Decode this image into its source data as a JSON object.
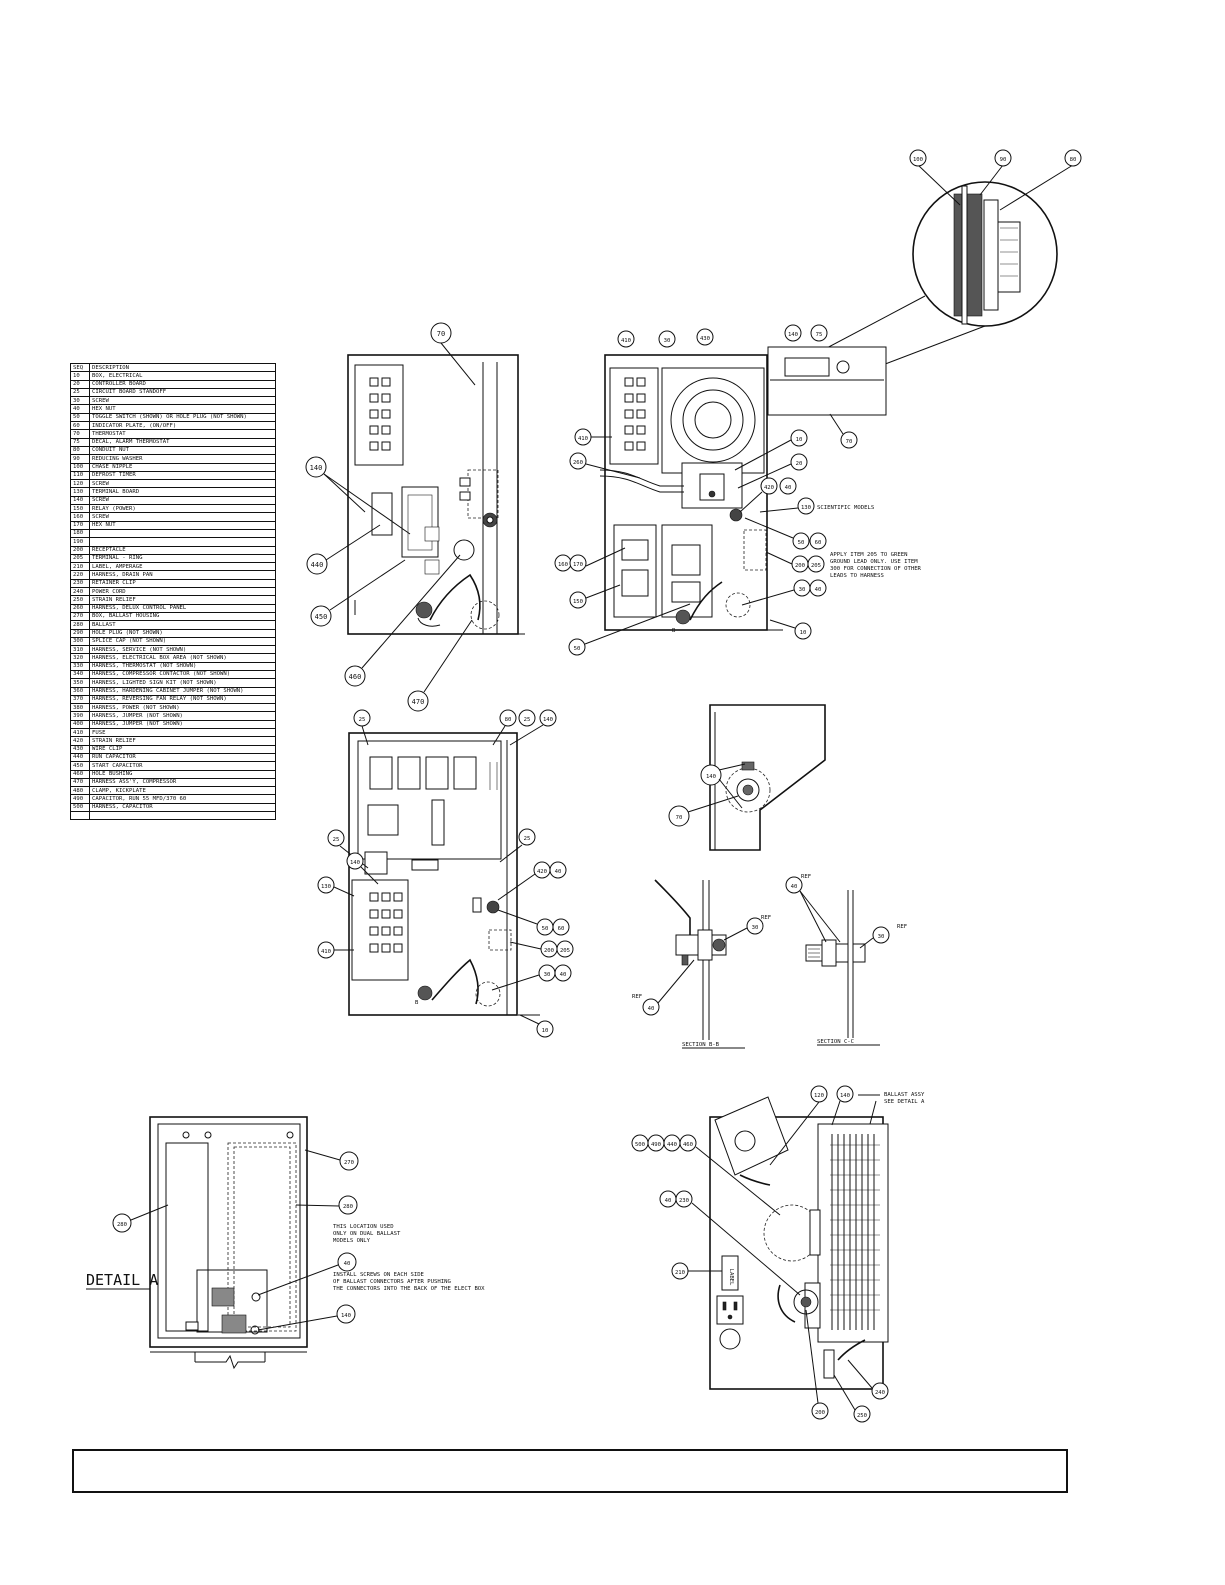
{
  "parts_table": {
    "header": {
      "seq": "SEQ",
      "description": "DESCRIPTION"
    },
    "rows": [
      {
        "seq": "10",
        "description": "BOX, ELECTRICAL"
      },
      {
        "seq": "20",
        "description": "CONTROLLER BOARD"
      },
      {
        "seq": "25",
        "description": "CIRCUIT BOARD STANDOFF"
      },
      {
        "seq": "30",
        "description": "SCREW"
      },
      {
        "seq": "40",
        "description": "HEX NUT"
      },
      {
        "seq": "50",
        "description": "TOGGLE SWITCH (SHOWN) OR HOLE PLUG (NOT SHOWN)"
      },
      {
        "seq": "60",
        "description": "INDICATOR PLATE, (ON/OFF)"
      },
      {
        "seq": "70",
        "description": "THERMOSTAT"
      },
      {
        "seq": "75",
        "description": "DECAL, ALARM THERMOSTAT"
      },
      {
        "seq": "80",
        "description": "CONDUIT NUT"
      },
      {
        "seq": "90",
        "description": "REDUCING WASHER"
      },
      {
        "seq": "100",
        "description": "CHASE NIPPLE"
      },
      {
        "seq": "110",
        "description": "DEFROST TIMER"
      },
      {
        "seq": "120",
        "description": "SCREW"
      },
      {
        "seq": "130",
        "description": "TERMINAL BOARD"
      },
      {
        "seq": "140",
        "description": "SCREW"
      },
      {
        "seq": "150",
        "description": "RELAY (POWER)"
      },
      {
        "seq": "160",
        "description": "SCREW"
      },
      {
        "seq": "170",
        "description": "HEX NUT"
      },
      {
        "seq": "180",
        "description": ""
      },
      {
        "seq": "190",
        "description": ""
      },
      {
        "seq": "200",
        "description": "RECEPTACLE"
      },
      {
        "seq": "205",
        "description": "TERMINAL - RING"
      },
      {
        "seq": "210",
        "description": "LABEL, AMPERAGE"
      },
      {
        "seq": "220",
        "description": "HARNESS, DRAIN PAN"
      },
      {
        "seq": "230",
        "description": "RETAINER CLIP"
      },
      {
        "seq": "240",
        "description": "POWER CORD"
      },
      {
        "seq": "250",
        "description": "STRAIN RELIEF"
      },
      {
        "seq": "260",
        "description": "HARNESS, DELUX CONTROL PANEL"
      },
      {
        "seq": "270",
        "description": "BOX, BALLAST HOUSING"
      },
      {
        "seq": "280",
        "description": "BALLAST"
      },
      {
        "seq": "290",
        "description": "HOLE PLUG (NOT SHOWN)"
      },
      {
        "seq": "300",
        "description": "SPLICE CAP (NOT SHOWN)"
      },
      {
        "seq": "310",
        "description": "HARNESS, SERVICE (NOT SHOWN)"
      },
      {
        "seq": "320",
        "description": "HARNESS, ELECTRICAL BOX AREA (NOT SHOWN)"
      },
      {
        "seq": "330",
        "description": "HARNESS, THERMOSTAT (NOT SHOWN)"
      },
      {
        "seq": "340",
        "description": "HARNESS, COMPRESSOR CONTACTOR (NOT SHOWN)"
      },
      {
        "seq": "350",
        "description": "HARNESS, LIGHTED SIGN KIT (NOT SHOWN)"
      },
      {
        "seq": "360",
        "description": "HARNESS, HARDENING CABINET JUMPER (NOT SHOWN)"
      },
      {
        "seq": "370",
        "description": "HARNESS, REVERSING FAN RELAY (NOT SHOWN)"
      },
      {
        "seq": "380",
        "description": "HARNESS, POWER (NOT SHOWN)"
      },
      {
        "seq": "390",
        "description": "HARNESS, JUMPER (NOT SHOWN)"
      },
      {
        "seq": "400",
        "description": "HARNESS, JUMPER (NOT SHOWN)"
      },
      {
        "seq": "410",
        "description": "FUSE"
      },
      {
        "seq": "420",
        "description": "STRAIN RELIEF"
      },
      {
        "seq": "430",
        "description": "WIRE CLIP"
      },
      {
        "seq": "440",
        "description": "RUN CAPACITOR"
      },
      {
        "seq": "450",
        "description": "START CAPACITOR"
      },
      {
        "seq": "460",
        "description": "HOLE BUSHING"
      },
      {
        "seq": "470",
        "description": "HARNESS ASS'Y, COMPRESSOR"
      },
      {
        "seq": "480",
        "description": "CLAMP, KICKPLATE"
      },
      {
        "seq": "490",
        "description": "CAPACITOR, RUN 55 MFD/370 60"
      },
      {
        "seq": "500",
        "description": "HARNESS, CAPACITOR"
      },
      {
        "seq": "",
        "description": ""
      }
    ]
  },
  "callouts": {
    "detail_top": [
      "100",
      "90",
      "80"
    ],
    "view1": [
      "70",
      "140",
      "440",
      "450",
      "460",
      "470"
    ],
    "view2": [
      "410",
      "30",
      "430",
      "140",
      "75",
      "410",
      "260",
      "10",
      "20",
      "420",
      "40",
      "130",
      "50",
      "60",
      "160",
      "170",
      "150",
      "200",
      "205",
      "30",
      "40",
      "50",
      "10",
      "70"
    ],
    "view3": [
      "25",
      "80",
      "25",
      "140",
      "25",
      "25",
      "140",
      "130",
      "410",
      "420",
      "40",
      "50",
      "60",
      "200",
      "205",
      "30",
      "40",
      "10"
    ],
    "view4": [
      "140",
      "70"
    ],
    "section_b": [
      "30",
      "40"
    ],
    "section_c": [
      "40",
      "30"
    ],
    "detail_a": [
      "270",
      "280",
      "40",
      "140",
      "280"
    ],
    "view6": [
      "120",
      "140",
      "500",
      "490",
      "440",
      "460",
      "40",
      "230",
      "210",
      "200",
      "240",
      "250"
    ]
  },
  "notes": {
    "scientific": "SCIENTIFIC MODELS",
    "apply_1": "APPLY ITEM 205 TO GREEN",
    "apply_2": "GROUND LEAD ONLY. USE ITEM",
    "apply_3": "300 FOR CONNECTION OF OTHER",
    "apply_4": "LEADS TO HARNESS",
    "dual_1": "THIS LOCATION USED",
    "dual_2": "ONLY ON DUAL BALLAST",
    "dual_3": "MODELS ONLY",
    "install_1": "INSTALL SCREWS ON EACH SIDE",
    "install_2": "OF BALLAST CONNECTORS AFTER PUSHING",
    "install_3": "THE CONNECTORS INTO THE BACK OF THE ELECT BOX",
    "ballast_1": "BALLAST ASSY",
    "ballast_2": "SEE DETAIL A",
    "ref": "REF",
    "label_text": "LABEL"
  },
  "titles": {
    "section_b": "SECTION  B-B",
    "section_c": "SECTION  C-C",
    "detail_a": "DETAIL  A",
    "marker_b": "B"
  },
  "bottom_box": {
    "text": ""
  }
}
